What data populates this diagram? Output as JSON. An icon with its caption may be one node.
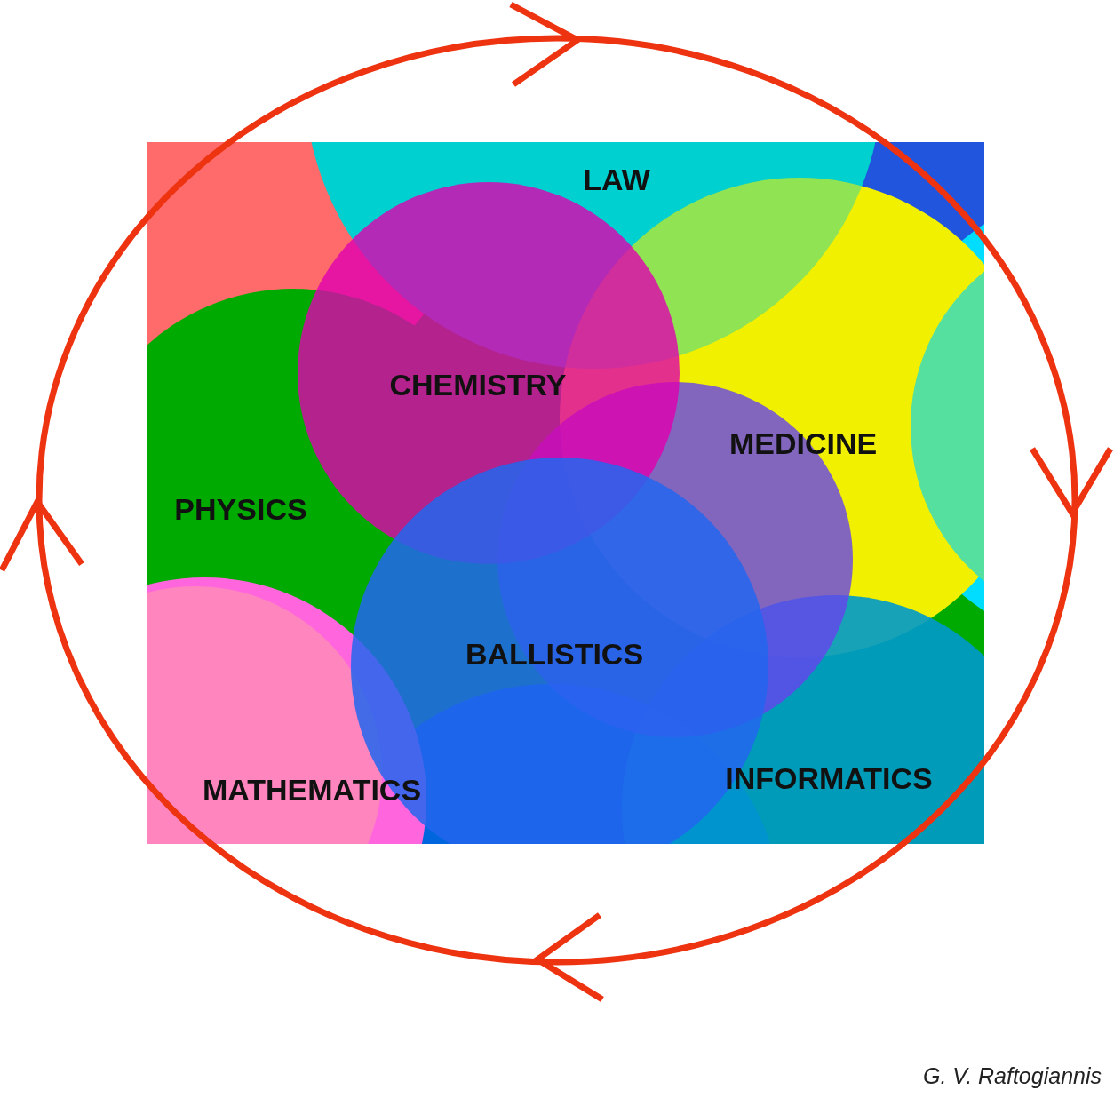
{
  "diagram": {
    "nodes": [
      {
        "text": [
          "LAW"
        ]
      },
      {
        "text": [
          "CHEMISTRY"
        ]
      },
      {
        "text": [
          "MEDICINE"
        ]
      },
      {
        "text": [
          "PHYSICS"
        ]
      },
      {
        "text": [
          "BALLISTICS"
        ]
      },
      {
        "text": [
          "MATHEMATICS"
        ]
      },
      {
        "text": [
          "INFORMATICS"
        ]
      }
    ],
    "edges": [],
    "labels": [
      "G. V. Raftogiannis"
    ]
  }
}
